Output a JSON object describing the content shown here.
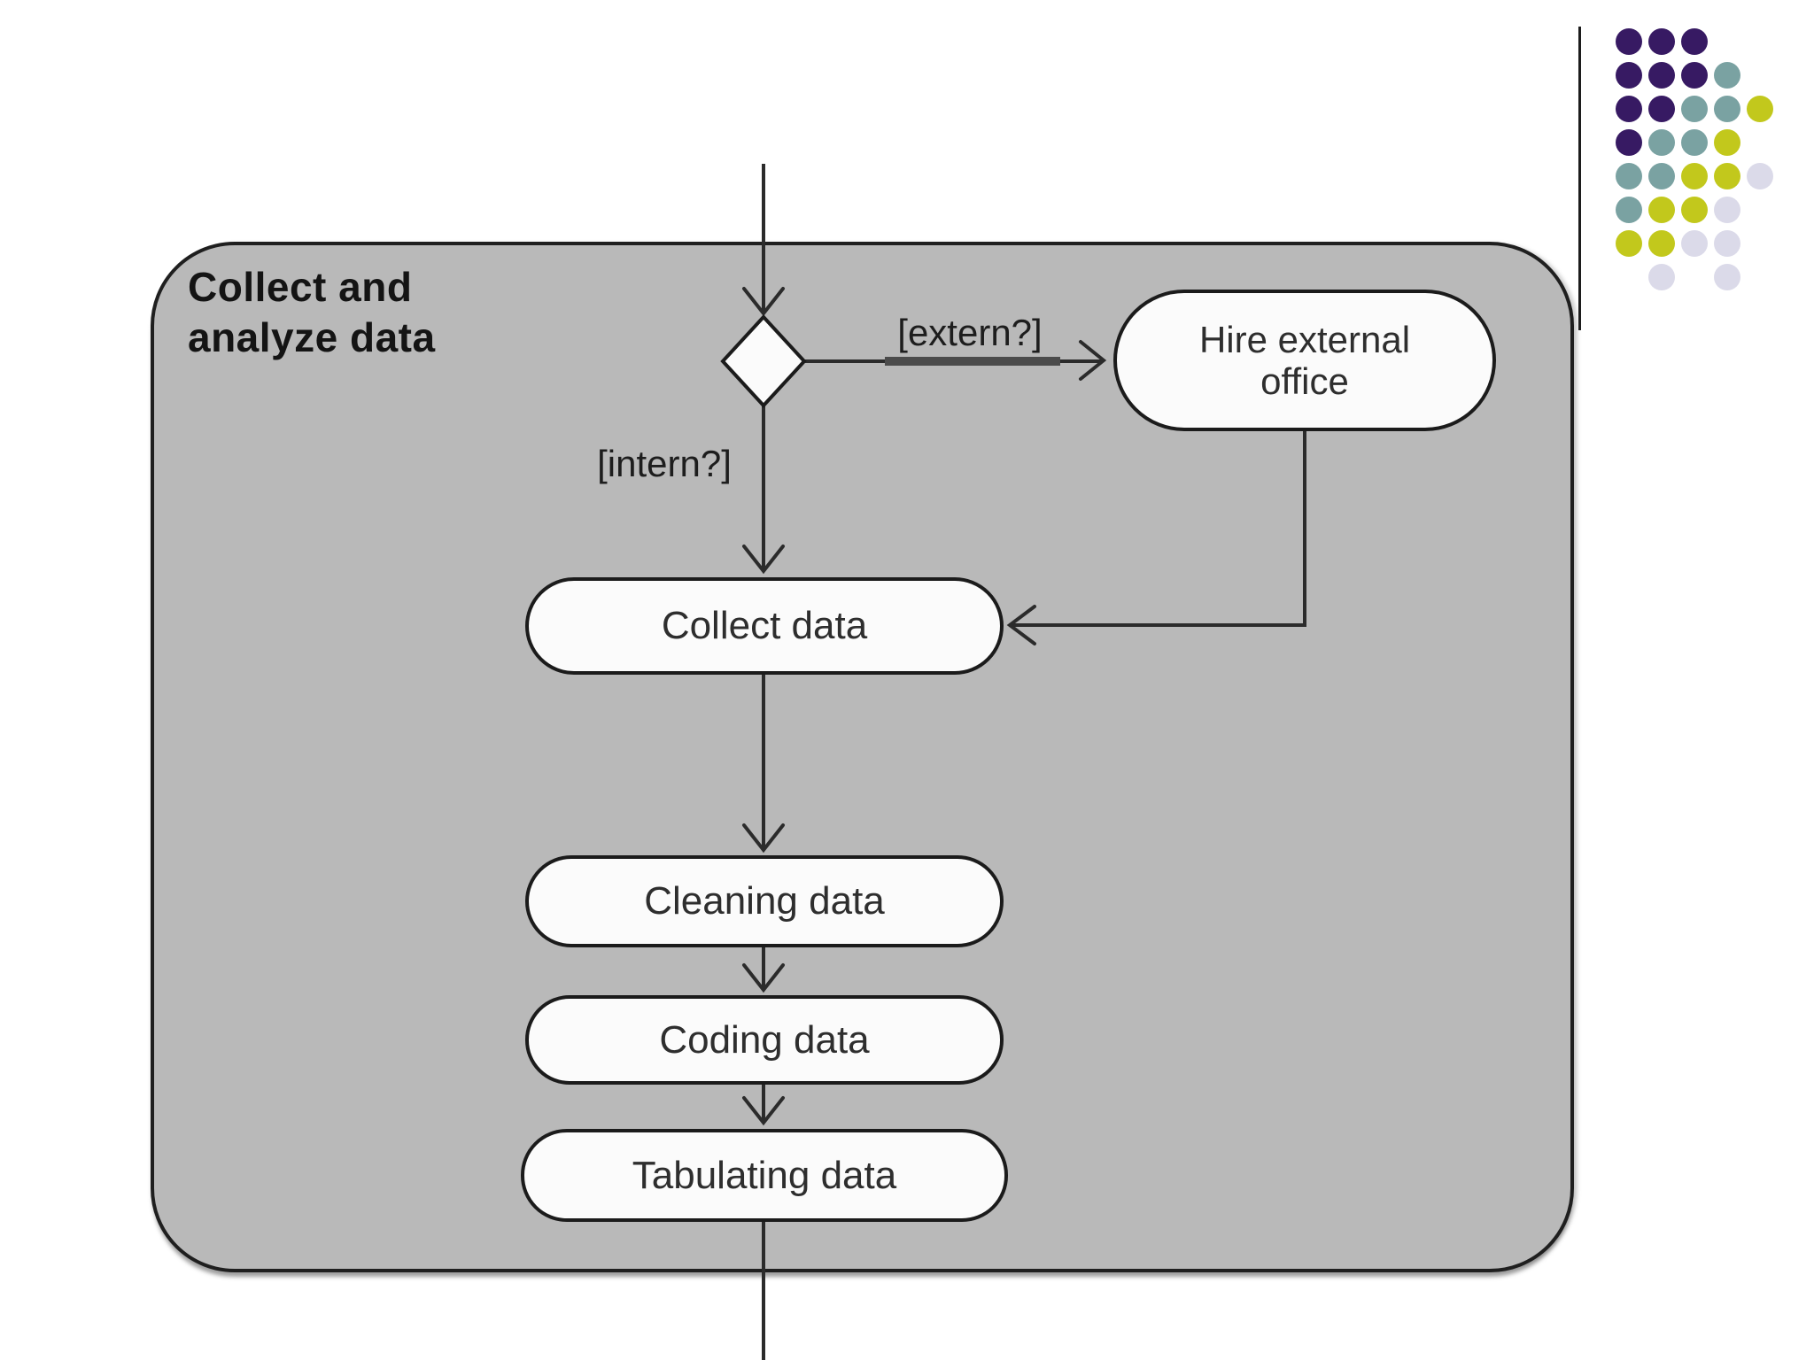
{
  "slide": {
    "partition": {
      "title_line1": "Collect and",
      "title_line2": "analyze data"
    },
    "guards": {
      "extern": "[extern?]",
      "intern": "[intern?]"
    },
    "nodes": {
      "hire": {
        "label": "Hire external office"
      },
      "collect": {
        "label": "Collect data"
      },
      "cleaning": {
        "label": "Cleaning data"
      },
      "coding": {
        "label": "Coding data"
      },
      "tabulating": {
        "label": "Tabulating data"
      }
    },
    "colors": {
      "partition_fill": "#b9b9b9",
      "node_fill": "#fbfbfb",
      "line": "#2b2b2b",
      "accent_line": "#1c1c1c"
    },
    "decoration": {
      "palette": {
        "purple": "#371a63",
        "teal": "#7aa2a2",
        "yellow": "#c2c81c",
        "lavender": "#dbdae9"
      },
      "pattern": [
        [
          "purple",
          "purple",
          "purple",
          "",
          ""
        ],
        [
          "purple",
          "purple",
          "purple",
          "teal",
          ""
        ],
        [
          "purple",
          "purple",
          "teal",
          "teal",
          "yellow"
        ],
        [
          "purple",
          "teal",
          "teal",
          "yellow",
          ""
        ],
        [
          "teal",
          "teal",
          "yellow",
          "yellow",
          "lavender"
        ],
        [
          "teal",
          "yellow",
          "yellow",
          "lavender",
          ""
        ],
        [
          "yellow",
          "yellow",
          "lavender",
          "lavender",
          ""
        ],
        [
          "",
          "lavender",
          "",
          "lavender",
          ""
        ]
      ]
    }
  }
}
